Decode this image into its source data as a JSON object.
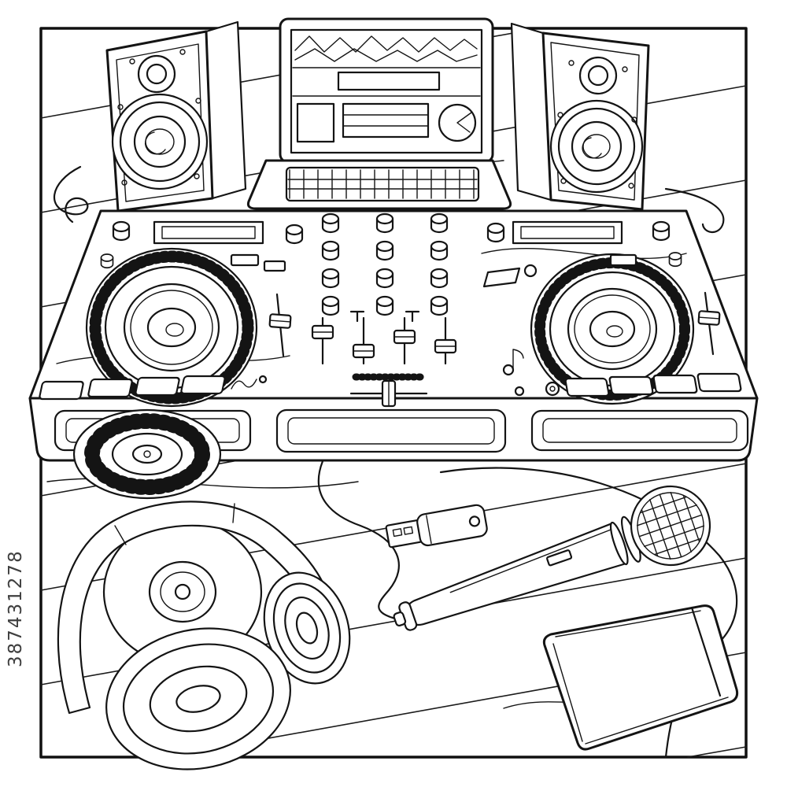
{
  "watermark": {
    "text": "387431278",
    "color": "#3f3f3f"
  },
  "artwork": {
    "style": "black-and-white line art coloring page",
    "line_color": "#141414",
    "background_color": "#ffffff",
    "objects": [
      "left studio monitor speaker",
      "right studio monitor speaker",
      "laptop with audio software on screen",
      "dj controller with two jog wheels and center mixer",
      "vinyl record emerging under controller",
      "headphones",
      "compact disc behind headphones",
      "microphone",
      "usb flash drive",
      "notebook",
      "speaker cables",
      "microphone cable",
      "wooden table with diagonal plank lines",
      "outer frame border"
    ]
  }
}
